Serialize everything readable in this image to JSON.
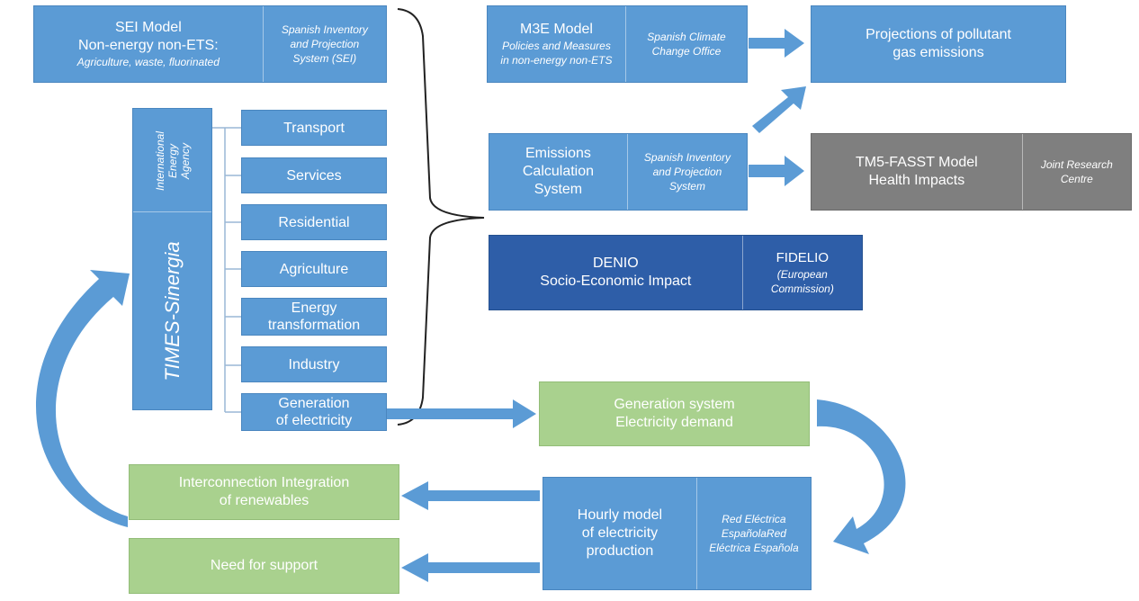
{
  "sei": {
    "title": "SEI Model",
    "line2": "Non-energy non-ETS:",
    "line3": "Agriculture, waste, fluorinated",
    "right1": "Spanish Inventory",
    "right2": "and Projection",
    "right3": "System (SEI)"
  },
  "m3e": {
    "title": "M3E Model",
    "line2": "Policies and Measures",
    "line3": "in non-energy non-ETS",
    "right1": "Spanish Climate",
    "right2": "Change Office"
  },
  "projections": {
    "line1": "Projections of pollutant",
    "line2": "gas emissions"
  },
  "emissions": {
    "line1": "Emissions",
    "line2": "Calculation",
    "line3": "System",
    "right1": "Spanish Inventory",
    "right2": "and Projection",
    "right3": "System"
  },
  "tm5": {
    "line1": "TM5-FASST Model",
    "line2": "Health Impacts",
    "right1": "Joint Research",
    "right2": "Centre"
  },
  "denio": {
    "line1": "DENIO",
    "line2": "Socio-Economic Impact",
    "right1": "FIDELIO",
    "right2": "(European",
    "right3": "Commission)"
  },
  "times": {
    "agency1": "International",
    "agency2": "Energy",
    "agency3": "Agency",
    "model": "TIMES-Sinergia"
  },
  "sectors": {
    "transport": "Transport",
    "services": "Services",
    "residential": "Residential",
    "agriculture": "Agriculture",
    "energy1": "Energy",
    "energy2": "transformation",
    "industry": "Industry",
    "gen1": "Generation",
    "gen2": "of electricity"
  },
  "generation_system": {
    "line1": "Generation system",
    "line2": "Electricity demand"
  },
  "hourly": {
    "line1": "Hourly model",
    "line2": "of electricity",
    "line3": "production",
    "right1": "Red Eléctrica",
    "right2": "EspañolaRed",
    "right3": "Eléctrica Española"
  },
  "interconnection": {
    "line1": "Interconnection Integration",
    "line2": "of renewables"
  },
  "support": {
    "label": "Need for support"
  },
  "colors": {
    "blue": "#5b9bd5",
    "dark_blue": "#2e5ea8",
    "gray": "#7f7f7f",
    "green": "#a9d18e"
  }
}
